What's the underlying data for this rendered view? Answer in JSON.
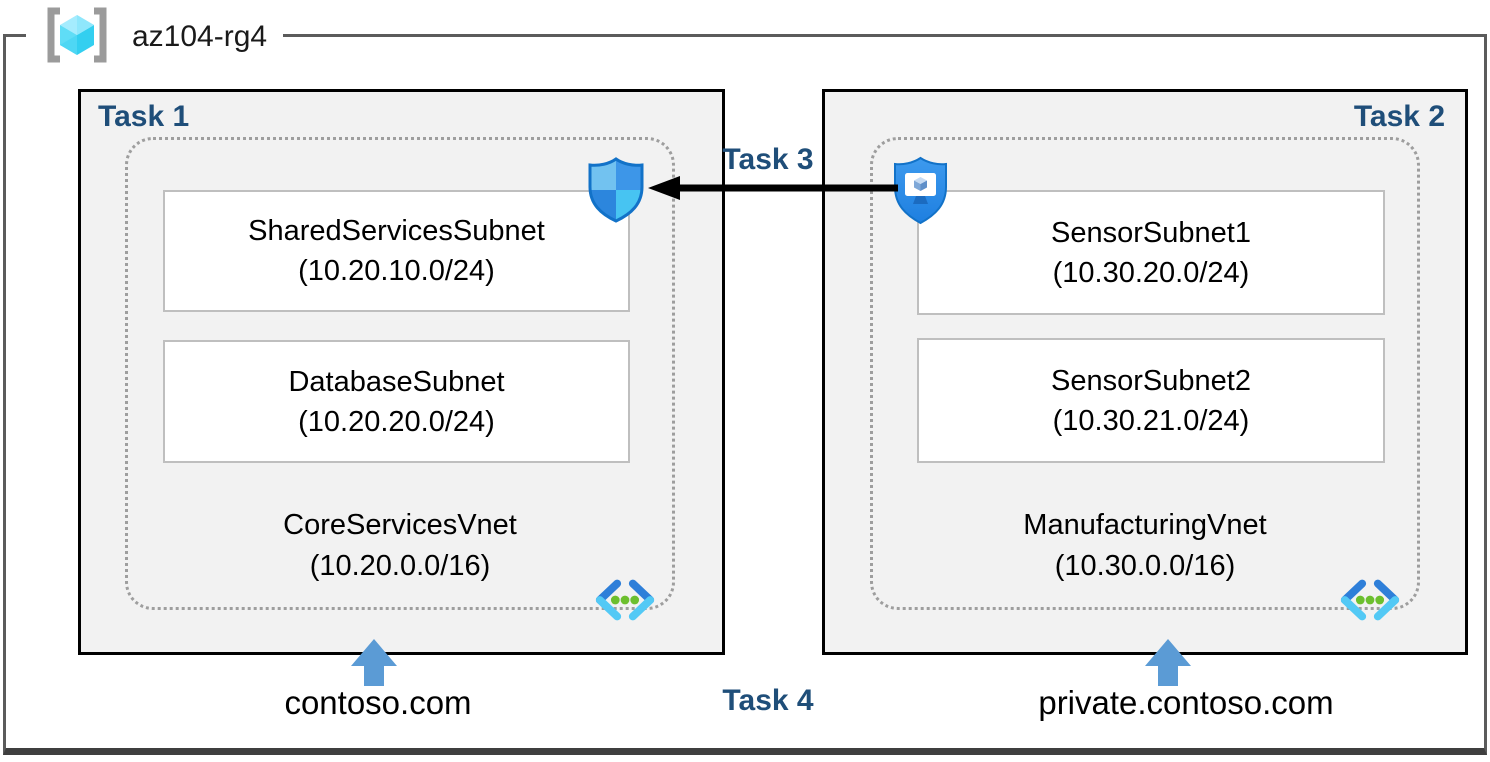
{
  "resource_group": {
    "name": "az104-rg4"
  },
  "task_labels": {
    "task1": "Task 1",
    "task2": "Task 2",
    "task3": "Task 3",
    "task4": "Task 4"
  },
  "vnets": [
    {
      "name": "CoreServicesVnet",
      "cidr": "(10.20.0.0/16)",
      "dns_zone": "contoso.com",
      "subnets": [
        {
          "name": "SharedServicesSubnet",
          "cidr": "(10.20.10.0/24)"
        },
        {
          "name": "DatabaseSubnet",
          "cidr": "(10.20.20.0/24)"
        }
      ]
    },
    {
      "name": "ManufacturingVnet",
      "cidr": "(10.30.0.0/16)",
      "dns_zone": "private.contoso.com",
      "subnets": [
        {
          "name": "SensorSubnet1",
          "cidr": "(10.30.20.0/24)"
        },
        {
          "name": "SensorSubnet2",
          "cidr": "(10.30.21.0/24)"
        }
      ]
    }
  ],
  "icons": {
    "resource_group": "resource-group-icon",
    "nsg": "network-security-group-icon",
    "bastion": "bastion-shield-monitor-icon",
    "vnet": "virtual-network-icon",
    "up_arrow": "up-arrow-icon",
    "peering_arrow": "left-arrow-icon"
  },
  "colors": {
    "task_label": "#1F4E79",
    "box_fill": "#F2F2F2",
    "box_border": "#000000",
    "dashed_border": "#9E9E9E",
    "subnet_border": "#BFBFBF",
    "up_arrow": "#5B9BD5",
    "peering_arrow": "#000000"
  }
}
